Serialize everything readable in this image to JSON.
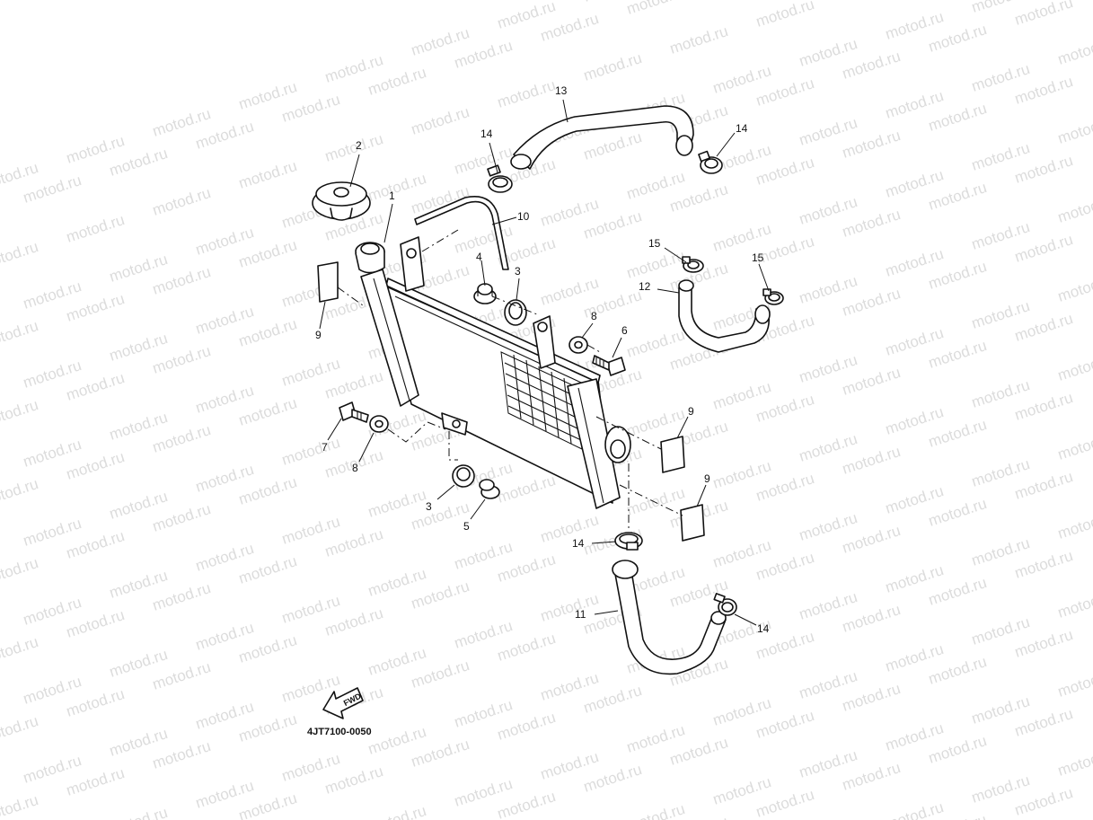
{
  "watermark": {
    "text": "motod.ru",
    "color": "#dcdcdc"
  },
  "callouts": [
    {
      "id": "c1",
      "number": "1"
    },
    {
      "id": "c2",
      "number": "2"
    },
    {
      "id": "c3a",
      "number": "3"
    },
    {
      "id": "c4",
      "number": "4"
    },
    {
      "id": "c6",
      "number": "6"
    },
    {
      "id": "c8a",
      "number": "8"
    },
    {
      "id": "c9a",
      "number": "9"
    },
    {
      "id": "c9b",
      "number": "9"
    },
    {
      "id": "c9c",
      "number": "9"
    },
    {
      "id": "c10",
      "number": "10"
    },
    {
      "id": "c12",
      "number": "12"
    },
    {
      "id": "c13",
      "number": "13"
    },
    {
      "id": "c14a",
      "number": "14"
    },
    {
      "id": "c14b",
      "number": "14"
    },
    {
      "id": "c14c",
      "number": "14"
    },
    {
      "id": "c14d",
      "number": "14"
    },
    {
      "id": "c15a",
      "number": "15"
    },
    {
      "id": "c15b",
      "number": "15"
    },
    {
      "id": "c7",
      "number": "7"
    },
    {
      "id": "c8b",
      "number": "8"
    },
    {
      "id": "c3b",
      "number": "3"
    },
    {
      "id": "c5",
      "number": "5"
    },
    {
      "id": "c11",
      "number": "11"
    }
  ],
  "fwd_label": "FWD",
  "diagram_code": "4JT7100-0050"
}
